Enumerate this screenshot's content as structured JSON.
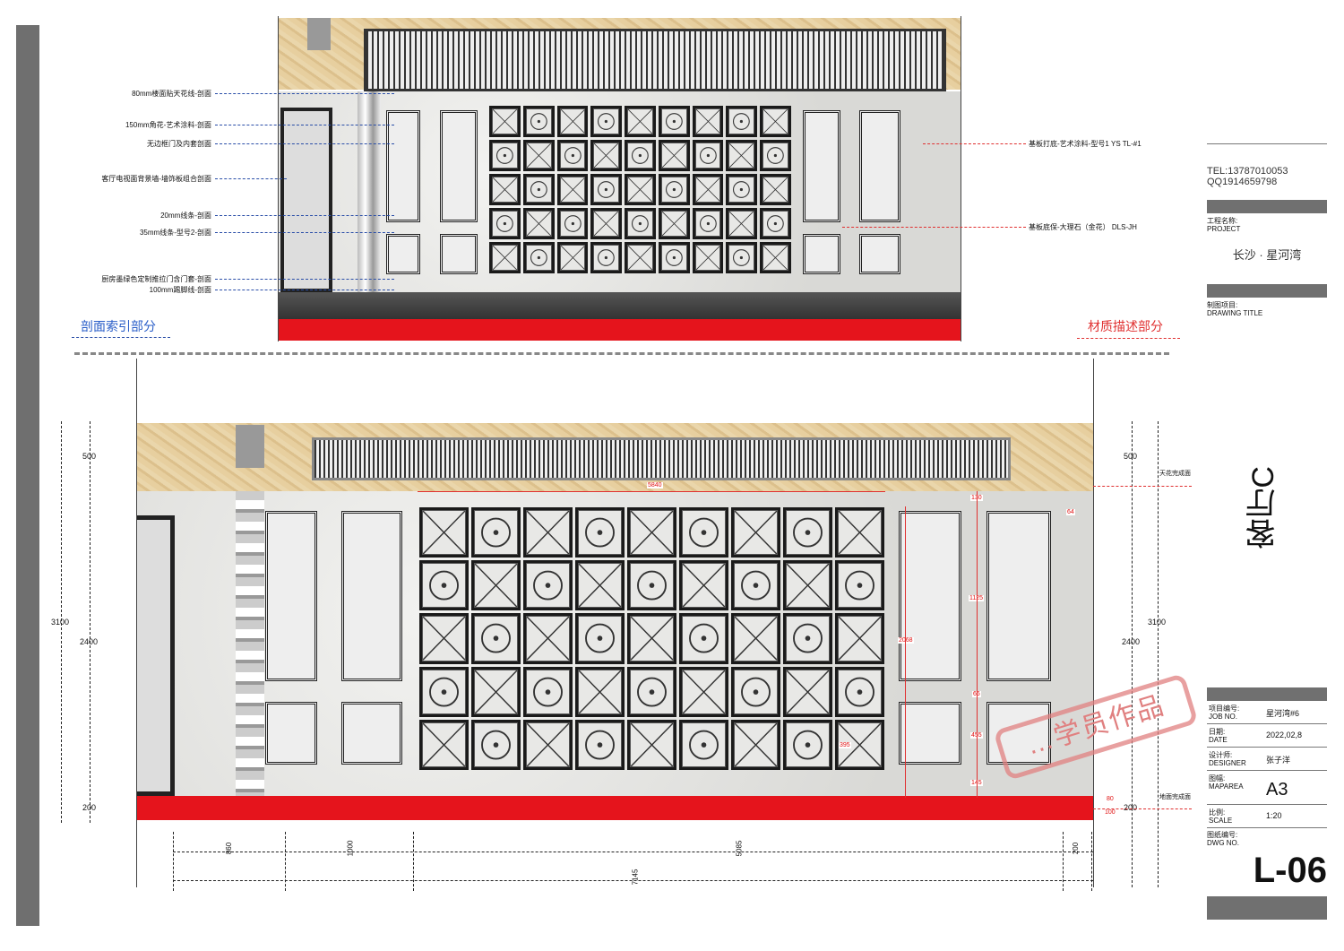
{
  "top_section": {
    "index_title": "剖面索引部分",
    "material_title": "材质描述部分",
    "left_annotations": [
      "80mm楼面贴天花线-剖面",
      "150mm角花-艺术涂料-剖面",
      "无边框门及内套剖面",
      "客厅电视面背景墙-墙饰板组合剖面",
      "20mm线条-剖面",
      "35mm线条-型号2-剖面",
      "厨房墨绿色定制推拉门含门套-剖面",
      "100mm踢脚线-剖面"
    ],
    "right_annotations": [
      "基板打底-艺术涂料-型号1 YS TL-#1",
      "基板底保-大理石（金花） DLS-JH"
    ]
  },
  "elevation": {
    "left_dims": {
      "total": "3100",
      "top": "500",
      "mid": "2400",
      "bottom": "200"
    },
    "right_dims": {
      "total": "3100",
      "top": "500",
      "mid": "2400",
      "bottom": "200"
    },
    "ceiling_label": "天花完成面",
    "floor_label": "地面完成面",
    "bottom_dims": [
      "860",
      "1000",
      "5085",
      "200"
    ],
    "bottom_total": "7145",
    "red_dims": [
      "5840",
      "130",
      "64",
      "1125",
      "2068",
      "66",
      "455",
      "145",
      "80",
      "100",
      "395"
    ]
  },
  "title_block": {
    "tel": "TEL:13787010053",
    "qq": "QQ1914659798",
    "project_label_cn": "工程名称:",
    "project_label_en": "PROJECT",
    "project_name": "长沙 · 星河湾",
    "drawing_title_label_cn": "制图项目:",
    "drawing_title_label_en": "DRAWING TITLE",
    "drawing_title": "客厅C",
    "job_label_cn": "项目编号:",
    "job_label_en": "JOB NO.",
    "job_value": "星河湾#6",
    "date_label_cn": "日期:",
    "date_label_en": "DATE",
    "date_value": "2022,02,8",
    "designer_label_cn": "设计师:",
    "designer_label_en": "DESIGNER",
    "designer_value": "张子洋",
    "area_label_cn": "图幅:",
    "area_label_en": "MAPAREA",
    "area_value": "A3",
    "scale_label_cn": "比例:",
    "scale_label_en": "SCALE",
    "scale_value": "1:20",
    "dwg_label_cn": "图纸编号:",
    "dwg_label_en": "DWG NO.",
    "dwg_value": "L-06"
  },
  "stamp": {
    "text": "…学员作品",
    "color": "#e08080"
  }
}
